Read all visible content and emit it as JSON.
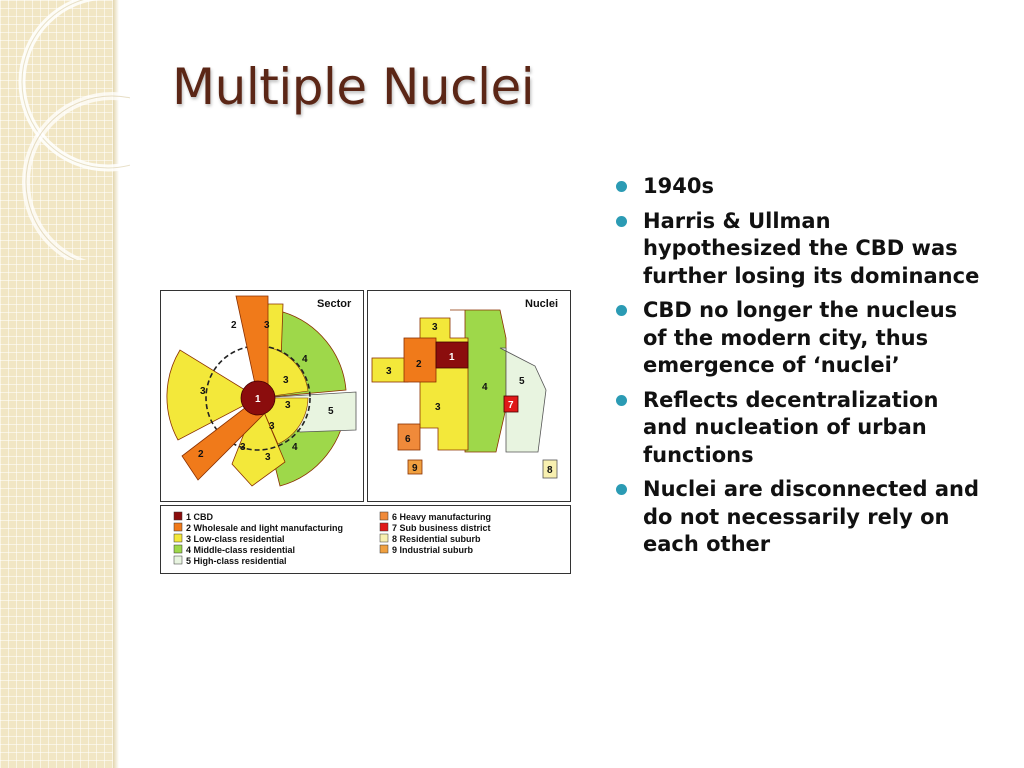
{
  "slide": {
    "title": "Multiple Nuclei",
    "bullets": [
      "1940s",
      "Harris & Ullman hypothesized the CBD was further losing its dominance",
      "CBD no longer the nucleus of the modern city, thus emergence of ‘nuclei’",
      "Reflects decentralization and nucleation of urban functions",
      "Nuclei are disconnected and do not necessarily rely on each other"
    ],
    "bullet_color": "#2b9bb4",
    "title_color": "#5b2616"
  },
  "figure": {
    "sector_title": "Sector",
    "nuclei_title": "Nuclei",
    "sector_labels": [
      "1",
      "2",
      "3",
      "3",
      "3",
      "2",
      "3",
      "4",
      "3",
      "3",
      "3",
      "4",
      "5"
    ],
    "nuclei_labels": [
      "3",
      "2",
      "1",
      "3",
      "4",
      "5",
      "3",
      "7",
      "6",
      "9",
      "8"
    ],
    "legend": [
      {
        "num": "1",
        "label": "1 CBD",
        "color": "#8b0d0d"
      },
      {
        "num": "2",
        "label": "2 Wholesale and light manufacturing",
        "color": "#f07a1a"
      },
      {
        "num": "3",
        "label": "3 Low-class residential",
        "color": "#f3e83a"
      },
      {
        "num": "4",
        "label": "4 Middle-class residential",
        "color": "#9ed84a"
      },
      {
        "num": "5",
        "label": "5 High-class residential",
        "color": "#e8f4e0"
      },
      {
        "num": "6",
        "label": "6 Heavy manufacturing",
        "color": "#f08a3a"
      },
      {
        "num": "7",
        "label": "7 Sub business district",
        "color": "#e01818"
      },
      {
        "num": "8",
        "label": "8 Residential suburb",
        "color": "#f8f0b0"
      },
      {
        "num": "9",
        "label": "9 Industrial suburb",
        "color": "#f0a040"
      }
    ]
  }
}
